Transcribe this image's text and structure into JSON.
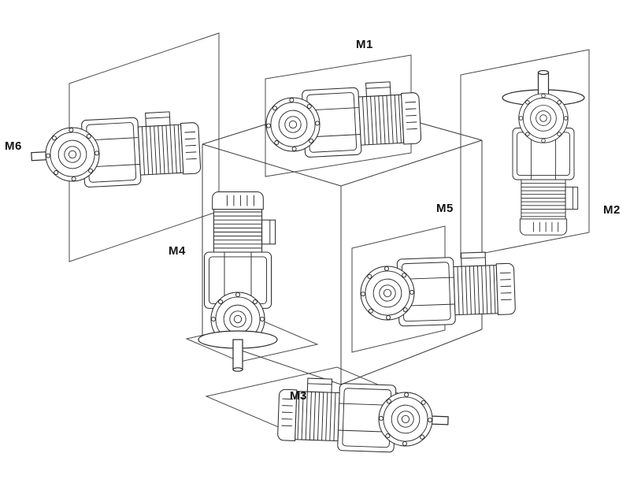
{
  "figure": {
    "type": "gearmotor-mounting-position-diagram",
    "labels": {
      "m1": "M1",
      "m2": "M2",
      "m3": "M3",
      "m4": "M4",
      "m5": "M5",
      "m6": "M6"
    },
    "colors": {
      "line": "#2a2a2a",
      "background": "#ffffff",
      "label_text": "#111111"
    }
  }
}
